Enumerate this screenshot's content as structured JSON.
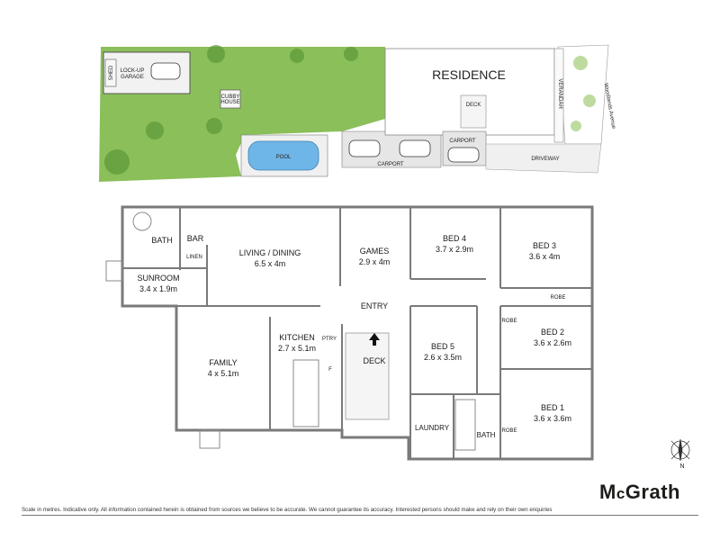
{
  "site": {
    "residence": "RESIDENCE",
    "lock_up_garage": [
      "LOCK-UP",
      "GARAGE"
    ],
    "shed": "SHED",
    "cubby_house": [
      "CUBBY",
      "HOUSE"
    ],
    "pool": "POOL",
    "carport_main": "CARPORT",
    "carport_small": "CARPORT",
    "deck": "DECK",
    "driveway": "DRIVEWAY",
    "verandah": "VERANDAH",
    "street": "Woodlands Avenue"
  },
  "rooms": {
    "bath": "BATH",
    "bar": "BAR",
    "linen": "LINEN",
    "living_dining": {
      "name": "LIVING / DINING",
      "dims": "6.5 x 4m"
    },
    "games": {
      "name": "GAMES",
      "dims": "2.9 x 4m"
    },
    "bed4": {
      "name": "BED 4",
      "dims": "3.7 x 2.9m"
    },
    "bed3": {
      "name": "BED 3",
      "dims": "3.6 x 4m"
    },
    "sunroom": {
      "name": "SUNROOM",
      "dims": "3.4 x 1.9m"
    },
    "robe_bed3": "ROBE",
    "entry": "ENTRY",
    "robe_bed2": "ROBE",
    "bed2": {
      "name": "BED 2",
      "dims": "3.6 x 2.6m"
    },
    "kitchen": {
      "name": "KITCHEN",
      "dims": "2.7 x 5.1m"
    },
    "pantry": "PTRY",
    "fridge": "F",
    "family": {
      "name": "FAMILY",
      "dims": "4 x 5.1m"
    },
    "deck": "DECK",
    "bed5": {
      "name": "BED 5",
      "dims": "2.6 x 3.5m"
    },
    "laundry": "LAUNDRY",
    "bath2": "BATH",
    "robe_bed1": "ROBE",
    "bed1": {
      "name": "BED 1",
      "dims": "3.6 x 3.6m"
    }
  },
  "compass": {
    "north": "N"
  },
  "brand": {
    "name_first": "M",
    "name_small": "c",
    "name_rest": "Grath"
  },
  "disclaimer": "Scale in metres. Indicative only. All information contained herein is obtained from sources we believe to be accurate. We cannot guarantee its accuracy. Interested persons should make and rely on their own enquiries",
  "colors": {
    "lawn": "#8bbf5a",
    "wall": "#8a8a8a",
    "pool": "#6fb6e8",
    "paving": "#e6e6e6",
    "tree": "#5e9a3a"
  }
}
